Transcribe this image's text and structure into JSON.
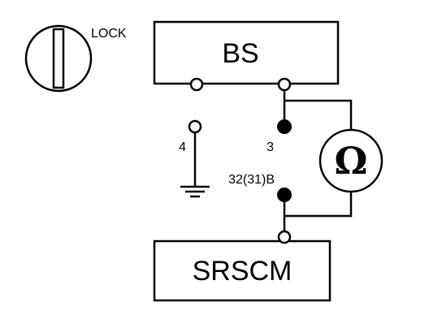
{
  "ignition": {
    "position_label": "LOCK"
  },
  "boxes": {
    "top": "BS",
    "bottom": "SRSCM"
  },
  "terminals": {
    "ground_pin": "4",
    "upper_pin": "3",
    "lower_pin": "32(31)B"
  },
  "meter": {
    "symbol": "Ω"
  }
}
